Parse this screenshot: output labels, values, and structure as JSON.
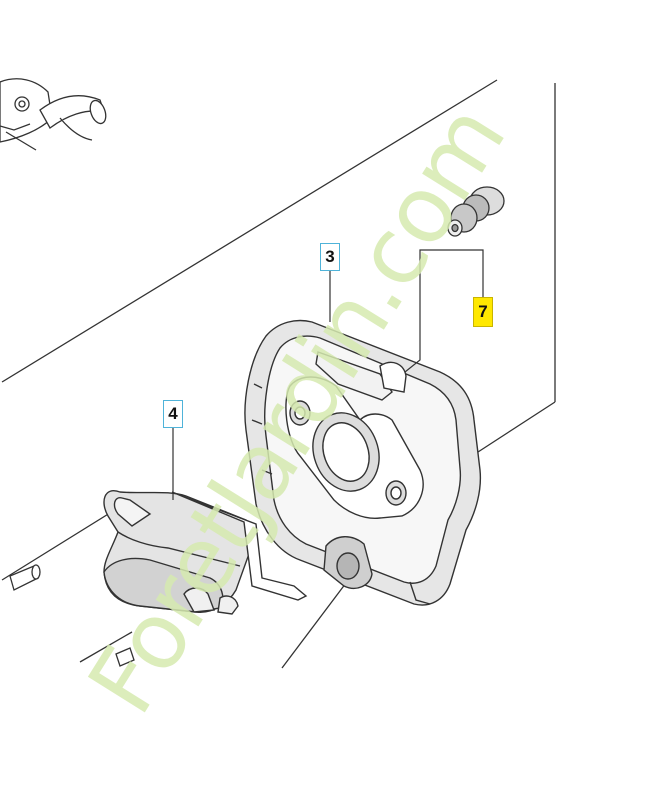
{
  "callouts": {
    "part_3": "3",
    "part_4": "4",
    "part_7": "7"
  },
  "watermark": {
    "part1": "Foret",
    "part2": "Jardin",
    "part3": ".com"
  },
  "colors": {
    "callout_border": "#4fb3d9",
    "highlight_fill": "#ffe800",
    "watermark_green": "#d6eab0",
    "watermark_orange": "#f5c98a",
    "line": "#333333"
  }
}
